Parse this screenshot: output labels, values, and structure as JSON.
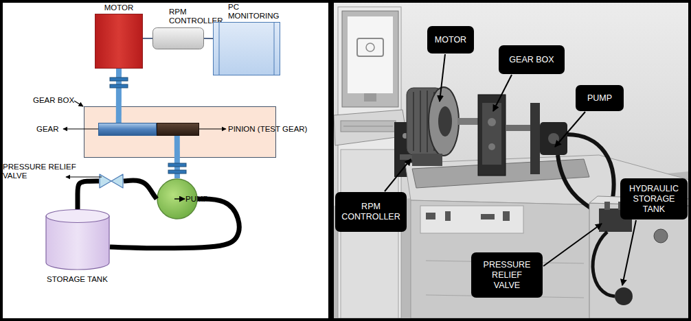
{
  "diagram": {
    "nodes": [
      {
        "text": [
          "MOTOR"
        ]
      },
      {
        "text": [
          "RPM CONTROLLER"
        ]
      },
      {
        "text": [
          "PC MONITORING"
        ]
      },
      {
        "text": [
          "GEAR BOX"
        ]
      },
      {
        "text": [
          "GEAR"
        ],
        "in": 3
      },
      {
        "text": [
          "PINION (TEST GEAR)"
        ],
        "in": 3
      },
      {
        "text": [
          "PRESSURE RELIEF VALVE"
        ]
      },
      {
        "text": [
          "PUMP"
        ]
      },
      {
        "text": [
          "STORAGE TANK"
        ]
      },
      {
        "text": [
          "MOTOR"
        ]
      },
      {
        "text": [
          "GEAR BOX"
        ]
      },
      {
        "text": [
          "PUMP"
        ]
      },
      {
        "text": [
          "RPM CONTROLLER"
        ]
      },
      {
        "text": [
          "PRESSURE RELIEF VALVE"
        ]
      },
      {
        "text": [
          "HYDRAULIC STORAGE TANK"
        ]
      }
    ],
    "edges": [
      {
        "from": 0,
        "to": 1,
        "arrow": "none"
      },
      {
        "from": 1,
        "to": 2,
        "arrow": "none"
      },
      {
        "from": 0,
        "to": 4,
        "arrow": "none"
      },
      {
        "from": 5,
        "to": 7,
        "arrow": "none"
      },
      {
        "from": 8,
        "to": 6,
        "arrow": "none"
      },
      {
        "from": 6,
        "to": 7,
        "arrow": "none"
      },
      {
        "from": 7,
        "to": 8,
        "arrow": "none"
      }
    ]
  }
}
